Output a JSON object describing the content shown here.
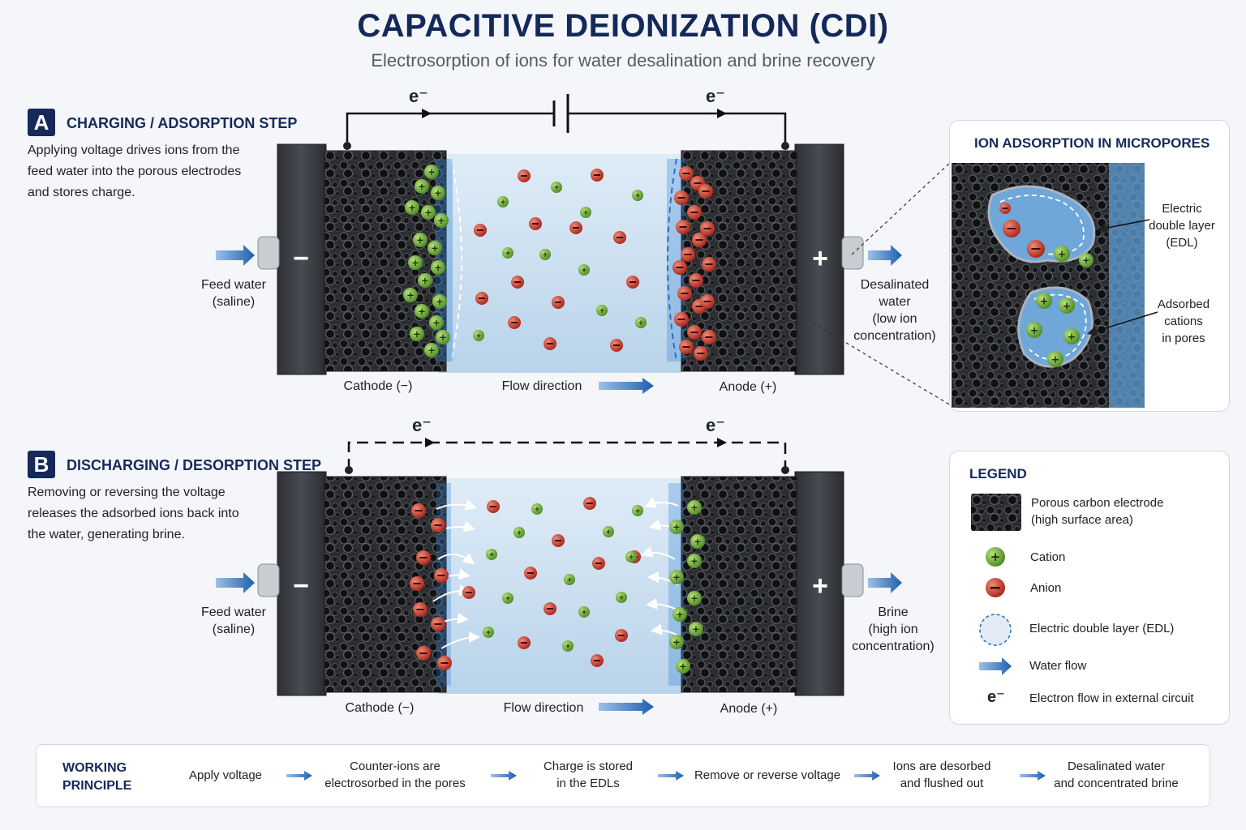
{
  "header": {
    "title": "CAPACITIVE DEIONIZATION (CDI)",
    "subtitle": "Electrosorption of ions for water desalination and brine recovery"
  },
  "step_a": {
    "badge": "A",
    "title": "CHARGING / ADSORPTION STEP",
    "description": "Applying voltage drives ions from the feed water into the porous electrodes and stores charge.",
    "electron_left": "e⁻",
    "electron_right": "e⁻",
    "minus_sign": "−",
    "plus_sign": "+",
    "inlet_label": [
      "Feed water",
      "(saline)"
    ],
    "outlet_label": [
      "Desalinated",
      "water",
      "(low ion",
      "concentration)"
    ],
    "cathode_label": "Cathode (−)",
    "anode_label": "Anode (+)",
    "flow_label": "Flow direction"
  },
  "step_b": {
    "badge": "B",
    "title": "DISCHARGING / DESORPTION STEP",
    "description": "Removing or reversing the voltage releases the adsorbed ions back into the water, generating brine.",
    "electron_left": "e⁻",
    "electron_right": "e⁻",
    "minus_sign": "−",
    "plus_sign": "+",
    "inlet_label": [
      "Feed water",
      "(saline)"
    ],
    "outlet_label": [
      "Brine",
      "(high ion",
      "concentration)"
    ],
    "cathode_label": "Cathode (−)",
    "anode_label": "Anode (+)",
    "flow_label": "Flow direction"
  },
  "micropores": {
    "title": "ION ADSORPTION IN MICROPORES",
    "edl_label": [
      "Electric",
      "double layer",
      "(EDL)"
    ],
    "cations_label": [
      "Adsorbed",
      "cations",
      "in pores"
    ]
  },
  "legend": {
    "title": "LEGEND",
    "items": [
      {
        "icon": "porous-electrode-swatch",
        "label": [
          "Porous carbon electrode",
          "(high surface area)"
        ]
      },
      {
        "icon": "cation-icon",
        "label": [
          "Cation"
        ]
      },
      {
        "icon": "anion-icon",
        "label": [
          "Anion"
        ]
      },
      {
        "icon": "edl-icon",
        "label": [
          "Electric double layer (EDL)"
        ]
      },
      {
        "icon": "water-flow-arrow-icon",
        "label": [
          "Water flow"
        ]
      },
      {
        "icon": "electron-symbol",
        "label": [
          "Electron flow in external circuit"
        ],
        "symbol": "e⁻"
      }
    ]
  },
  "working_principle": {
    "title": [
      "WORKING",
      "PRINCIPLE"
    ],
    "steps": [
      [
        "Apply voltage"
      ],
      [
        "Counter-ions are",
        "electrosorbed in the pores"
      ],
      [
        "Charge is stored",
        "in the EDLs"
      ],
      [
        "Remove or reverse voltage"
      ],
      [
        "Ions are desorbed",
        "and flushed out"
      ],
      [
        "Desalinated water",
        "and concentrated brine"
      ]
    ]
  },
  "colors": {
    "navy": "#16295a",
    "cation_green": "#6aa534",
    "anion_red": "#c73a2a",
    "water_blue": "#c9dff0",
    "flow_arrow": "#2c6bb8",
    "electrode_dark": "#2a2c30"
  }
}
